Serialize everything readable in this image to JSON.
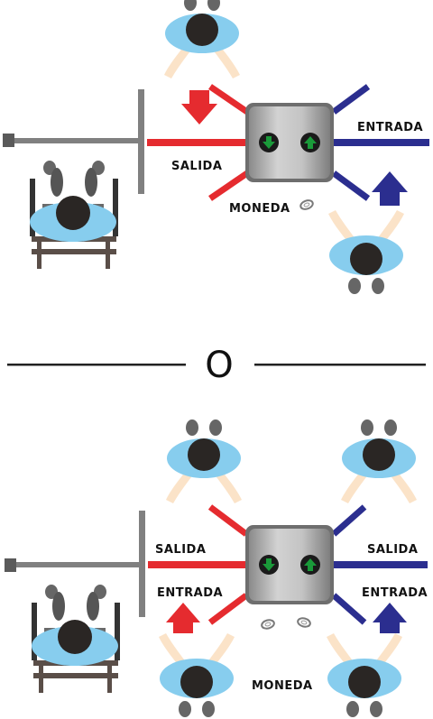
{
  "colors": {
    "exit": "#e52b2f",
    "entry": "#2b2e8f",
    "barrier": "#808080",
    "shirt": "#87cdee",
    "head": "#2a2624",
    "skin": "#fbe3c8",
    "turnstile": "#a5a5a5",
    "indicator": "#1a9a3a"
  },
  "icons": {
    "person": "person-topview-icon",
    "wheelchair": "wheelchair-icon",
    "coin": "coin-icon",
    "arrow_up": "arrow-up-icon",
    "arrow_down": "arrow-down-icon"
  },
  "scenario1": {
    "exit_label": "SALIDA",
    "entry_label": "ENTRADA",
    "coin_label": "MONEDA"
  },
  "separator": {
    "text": "O"
  },
  "scenario2": {
    "left_exit_label": "SALIDA",
    "right_exit_label": "SALIDA",
    "left_entry_label": "ENTRADA",
    "right_entry_label": "ENTRADA",
    "coin_label": "MONEDA"
  }
}
